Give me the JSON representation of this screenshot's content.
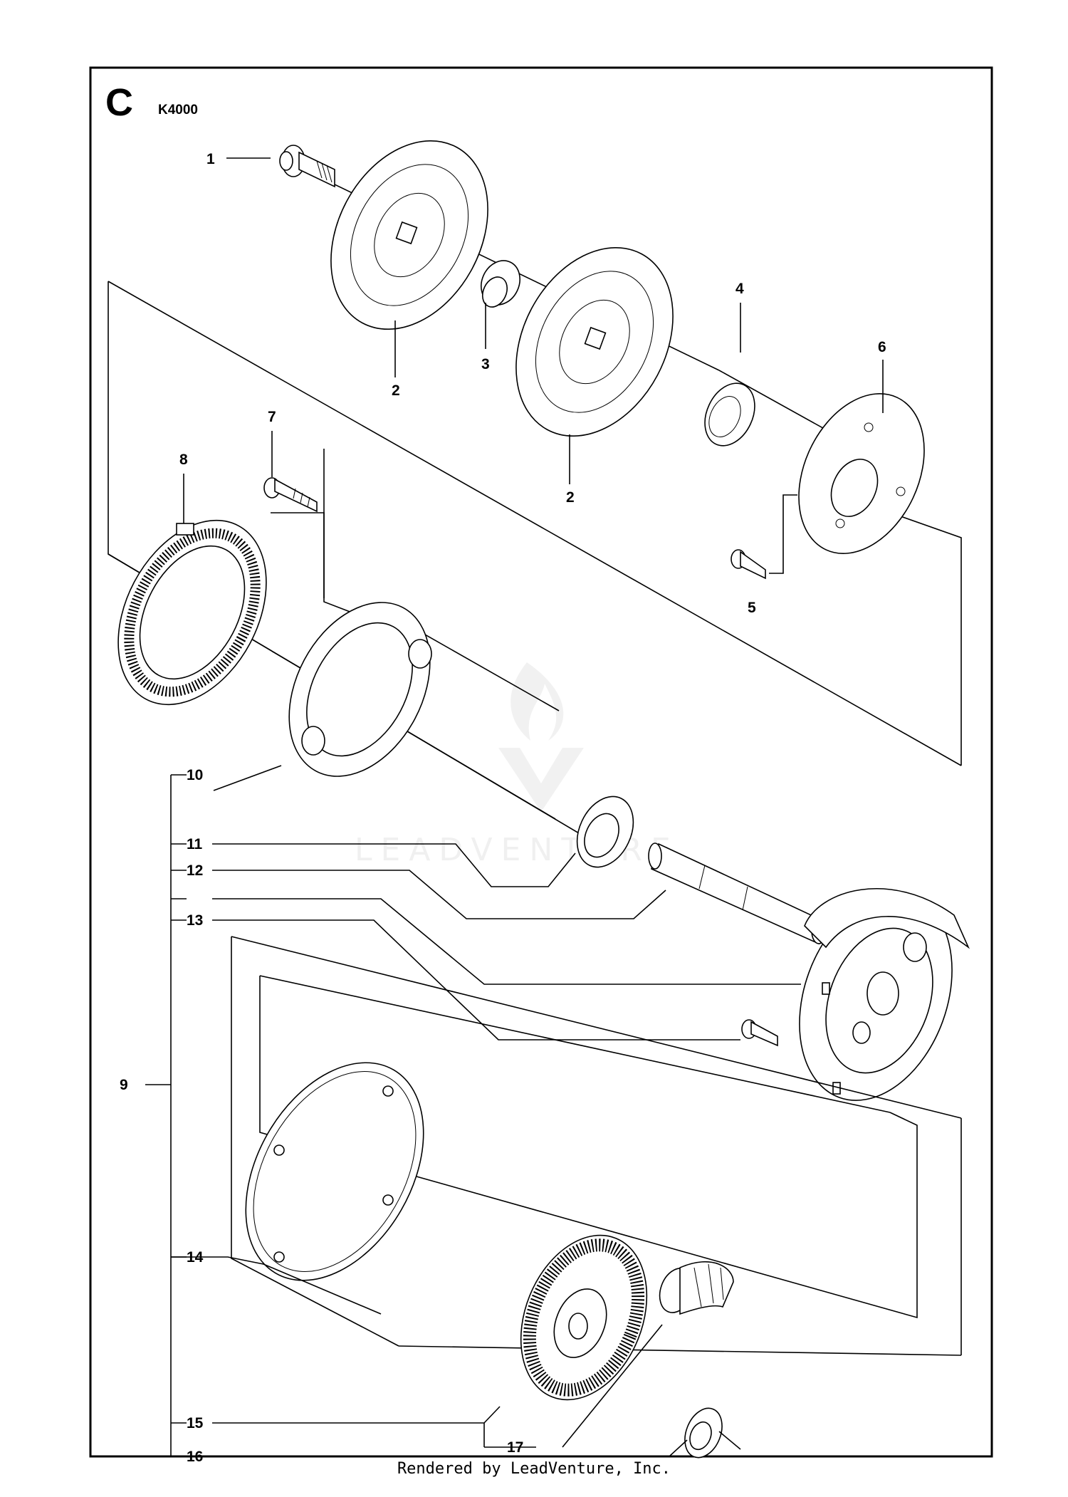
{
  "section_letter": "C",
  "model": "K4000",
  "watermark": "LEADVENTURE",
  "callouts": [
    "1",
    "2",
    "2",
    "3",
    "4",
    "5",
    "6",
    "7",
    "8",
    "9",
    "10",
    "11",
    "12",
    "13",
    "14",
    "15",
    "16",
    "17"
  ],
  "footer": "Rendered by LeadVenture, Inc."
}
